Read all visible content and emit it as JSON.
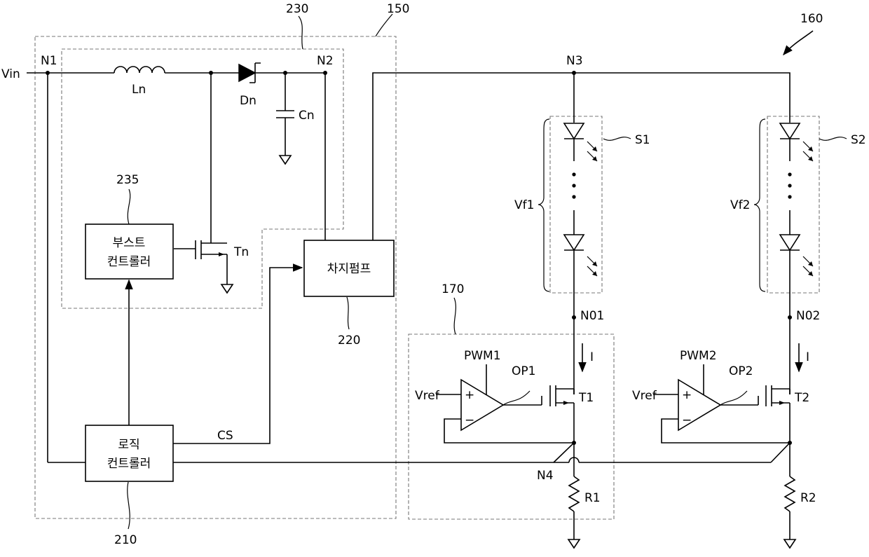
{
  "refs": {
    "r150": "150",
    "r160": "160",
    "r170": "170",
    "r210": "210",
    "r220": "220",
    "r230": "230",
    "r235": "235"
  },
  "nodes": {
    "vin": "Vin",
    "n1": "N1",
    "n2": "N2",
    "n3": "N3",
    "n4": "N4",
    "n01": "N01",
    "n02": "N02"
  },
  "components": {
    "inductor": "Ln",
    "diode": "Dn",
    "capacitor": "Cn",
    "switch": "Tn",
    "t1": "T1",
    "t2": "T2",
    "r1": "R1",
    "r2": "R2",
    "s1": "S1",
    "s2": "S2",
    "vf1": "Vf1",
    "vf2": "Vf2",
    "op1": "OP1",
    "op2": "OP2",
    "pwm1": "PWM1",
    "pwm2": "PWM2",
    "vref1": "Vref",
    "vref2": "Vref",
    "current1": "I",
    "current2": "I",
    "cs": "CS",
    "plus": "+",
    "minus": "−"
  },
  "blocks": {
    "boost_line1": "부스트",
    "boost_line2": "컨트롤러",
    "charge_pump": "차지펌프",
    "logic_line1": "로직",
    "logic_line2": "컨트롤러"
  }
}
